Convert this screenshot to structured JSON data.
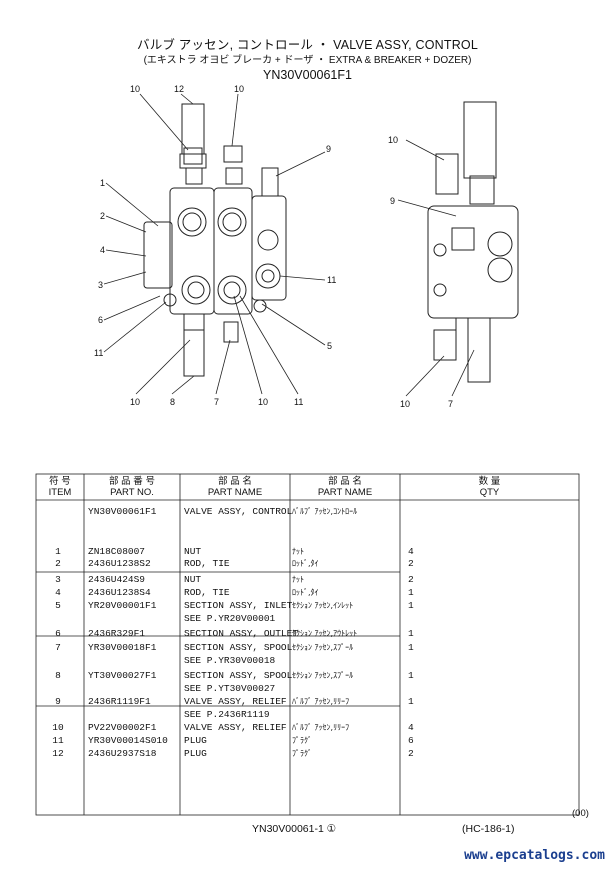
{
  "header": {
    "title_line1": "バルブ アッセン, コントロール ・ VALVE ASSY, CONTROL",
    "title_line2": "(エキストラ オヨビ ブレーカ + ドーザ ・ EXTRA & BREAKER + DOZER)",
    "part_code": "YN30V00061F1"
  },
  "callouts_left": [
    "10",
    "12",
    "10",
    "9",
    "1",
    "2",
    "4",
    "3",
    "6",
    "11",
    "11",
    "5",
    "10",
    "8",
    "7",
    "10",
    "11"
  ],
  "callouts_right": [
    "10",
    "9",
    "10",
    "7"
  ],
  "table": {
    "headers": {
      "item_jp": "符 号",
      "item_en": "ITEM",
      "part_jp": "部 品 番 号",
      "part_en": "PART NO.",
      "name_jp": "部 品 名",
      "name_en": "PART NAME",
      "name2_jp": "部 品 名",
      "name2_en": "PART NAME",
      "qty_jp": "数 量",
      "qty_en": "QTY"
    },
    "rows": [
      {
        "item": "",
        "part": "YN30V00061F1",
        "name": "VALVE ASSY, CONTROL",
        "jp": "ﾊﾞﾙﾌﾞ ｱｯｾﾝ,ｺﾝﾄﾛｰﾙ",
        "qty": ""
      },
      {
        "item": "1",
        "part": "ZN18C08007",
        "name": "NUT",
        "jp": "ﾅｯﾄ",
        "qty": "4"
      },
      {
        "item": "2",
        "part": "2436U1238S2",
        "name": "ROD, TIE",
        "jp": "ﾛｯﾄﾞ,ﾀｲ",
        "qty": "2"
      },
      {
        "item": "3",
        "part": "2436U424S9",
        "name": "NUT",
        "jp": "ﾅｯﾄ",
        "qty": "2"
      },
      {
        "item": "4",
        "part": "2436U1238S4",
        "name": "ROD, TIE",
        "jp": "ﾛｯﾄﾞ,ﾀｲ",
        "qty": "1"
      },
      {
        "item": "5",
        "part": "YR20V00001F1",
        "name": "SECTION ASSY, INLET",
        "jp": "ｾｸｼｮﾝ ｱｯｾﾝ,ｲﾝﾚｯﾄ",
        "qty": "1"
      },
      {
        "item": "",
        "part": "",
        "name": "SEE P.YR20V00001",
        "jp": "",
        "qty": ""
      },
      {
        "item": "6",
        "part": "2436R329F1",
        "name": "SECTION ASSY, OUTLET",
        "jp": "ｾｸｼｮﾝ ｱｯｾﾝ,ｱｳﾄﾚｯﾄ",
        "qty": "1"
      },
      {
        "item": "7",
        "part": "YR30V00018F1",
        "name": "SECTION ASSY, SPOOL",
        "jp": "ｾｸｼｮﾝ ｱｯｾﾝ,ｽﾌﾟｰﾙ",
        "qty": "1"
      },
      {
        "item": "",
        "part": "",
        "name": "SEE P.YR30V00018",
        "jp": "",
        "qty": ""
      },
      {
        "item": "8",
        "part": "YT30V00027F1",
        "name": "SECTION ASSY, SPOOL",
        "jp": "ｾｸｼｮﾝ ｱｯｾﾝ,ｽﾌﾟｰﾙ",
        "qty": "1"
      },
      {
        "item": "",
        "part": "",
        "name": "SEE P.YT30V00027",
        "jp": "",
        "qty": ""
      },
      {
        "item": "9",
        "part": "2436R1119F1",
        "name": "VALVE ASSY, RELIEF",
        "jp": "ﾊﾞﾙﾌﾞ ｱｯｾﾝ,ﾘﾘｰﾌ",
        "qty": "1"
      },
      {
        "item": "",
        "part": "",
        "name": "SEE P.2436R1119",
        "jp": "",
        "qty": ""
      },
      {
        "item": "10",
        "part": "PV22V00002F1",
        "name": "VALVE ASSY, RELIEF",
        "jp": "ﾊﾞﾙﾌﾞ ｱｯｾﾝ,ﾘﾘｰﾌ",
        "qty": "4"
      },
      {
        "item": "11",
        "part": "YR30V00014S010",
        "name": "PLUG",
        "jp": "ﾌﾟﾗｸﾞ",
        "qty": "6"
      },
      {
        "item": "12",
        "part": "2436U2937S18",
        "name": "PLUG",
        "jp": "ﾌﾟﾗｸﾞ",
        "qty": "2"
      }
    ]
  },
  "footer": {
    "revision": "(00)",
    "page_ref": "YN30V00061-1 ①",
    "hc_ref": "(HC-186-1)"
  },
  "watermark": "www.epcatalogs.com"
}
